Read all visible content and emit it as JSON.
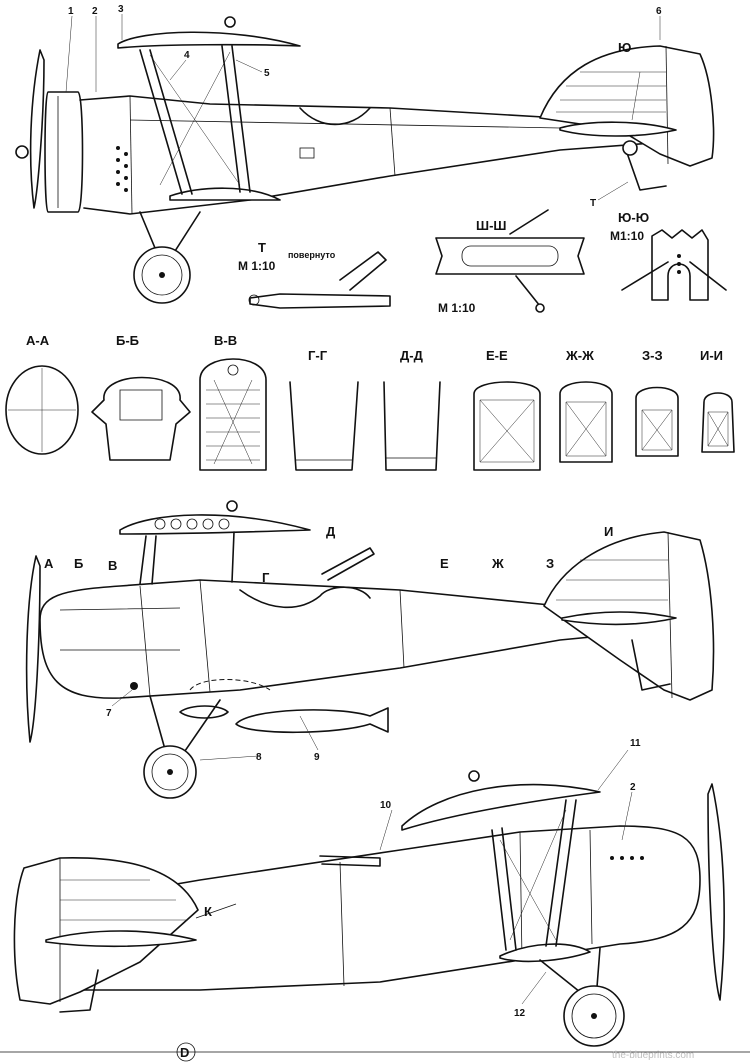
{
  "section_labels": [
    "А-А",
    "Б-Б",
    "В-В",
    "Г-Г",
    "Д-Д",
    "Е-Е",
    "Ж-Ж",
    "З-З",
    "И-И"
  ],
  "detail_labels": {
    "sh_sh": "Ш-Ш",
    "yu_yu": "Ю-Ю",
    "t": "Т",
    "yu": "Ю",
    "k": "К"
  },
  "scale_labels": {
    "t_scale": "М 1:10",
    "sh_scale": "М 1:10",
    "yu_scale": "М1:10",
    "rotated": "повернуто"
  },
  "callout_numbers": {
    "n1": "1",
    "n2": "2",
    "n3": "3",
    "n4": "4",
    "n5": "5",
    "n6": "6",
    "n7": "7",
    "n8": "8",
    "n9": "9",
    "n10": "10",
    "n11": "11",
    "n12": "12",
    "n2b": "2"
  },
  "station_marks": {
    "a": "А",
    "b": "Б",
    "v": "В",
    "g": "Г",
    "d": "Д",
    "e": "Е",
    "zh": "Ж",
    "z": "З",
    "i": "И"
  },
  "footer_mark": "D",
  "watermark": "the-blueprints.com"
}
